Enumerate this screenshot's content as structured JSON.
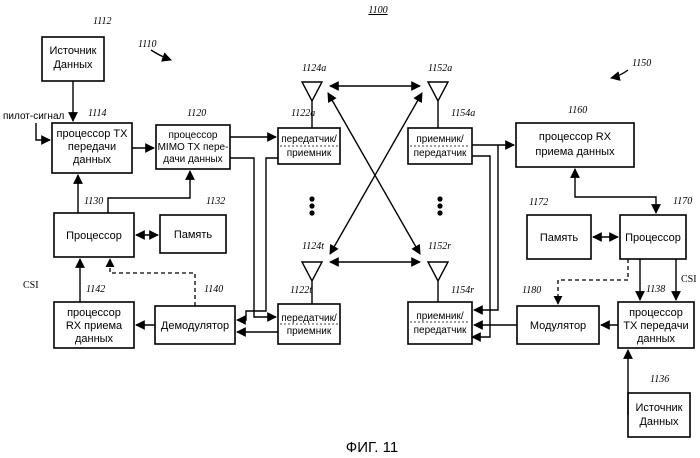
{
  "figure_ref": "1100",
  "caption": "ФИГ. 11",
  "left_group_ref": "1110",
  "right_group_ref": "1150",
  "pilot_label": "пилот-сигнал",
  "csi_label": "CSI",
  "blocks": {
    "src_left": {
      "ref": "1112",
      "lines": [
        "Источник",
        "Данных"
      ]
    },
    "tx_proc_l": {
      "ref": "1114",
      "lines": [
        "процессор TX",
        "передачи",
        "данных"
      ]
    },
    "mimo_tx": {
      "ref": "1120",
      "lines": [
        "процессор",
        "MIMO TX пере-",
        "дачи данных"
      ]
    },
    "xcvr_a": {
      "ref": "1122a",
      "lines": [
        "передатчик/",
        "приемник"
      ]
    },
    "xcvr_t": {
      "ref": "1122t",
      "lines": [
        "передатчик/",
        "приемник"
      ]
    },
    "proc_l": {
      "ref": "1130",
      "lines": [
        "Процессор"
      ]
    },
    "mem_l": {
      "ref": "1132",
      "lines": [
        "Память"
      ]
    },
    "demod": {
      "ref": "1140",
      "lines": [
        "Демодулятор"
      ]
    },
    "rx_proc_l": {
      "ref": "1142",
      "lines": [
        "процессор",
        "RX приема",
        "данных"
      ]
    },
    "rcvr_a": {
      "ref": "1154a",
      "lines": [
        "приемник/",
        "передатчик"
      ]
    },
    "rcvr_r": {
      "ref": "1154r",
      "lines": [
        "приемник/",
        "передатчик"
      ]
    },
    "rx_proc_r": {
      "ref": "1160",
      "lines": [
        "процессор RX",
        "приема данных"
      ]
    },
    "mem_r": {
      "ref": "1172",
      "lines": [
        "Память"
      ]
    },
    "proc_r": {
      "ref": "1170",
      "lines": [
        "Процессор"
      ]
    },
    "mod": {
      "ref": "1180",
      "lines": [
        "Модулятор"
      ]
    },
    "tx_proc_r": {
      "ref": "1138",
      "lines": [
        "процессор",
        "TX передачи",
        "данных"
      ]
    },
    "src_right": {
      "ref": "1136",
      "lines": [
        "Источник",
        "Данных"
      ]
    }
  },
  "antennas": {
    "ant_124a": "1124a",
    "ant_124t": "1124t",
    "ant_152a": "1152a",
    "ant_152r": "1152r"
  }
}
